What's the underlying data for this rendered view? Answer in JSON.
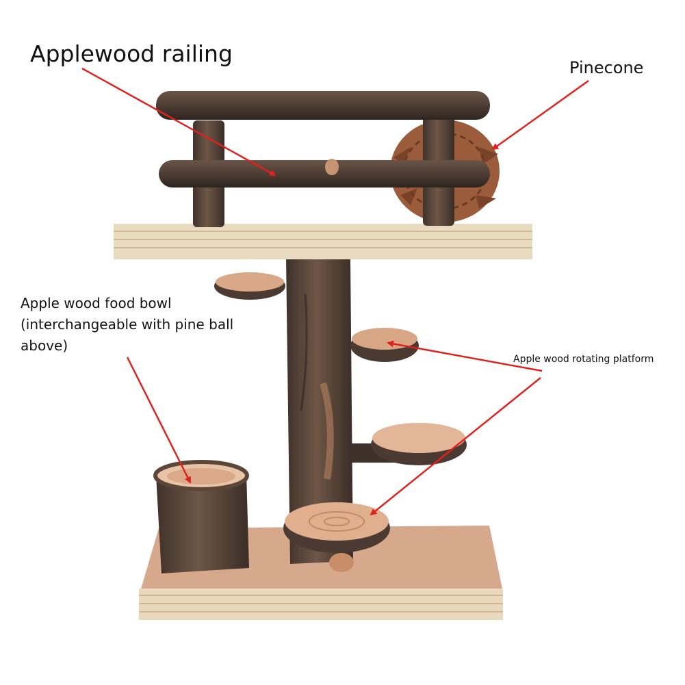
{
  "labels": {
    "railing": "Applewood railing",
    "pinecone": "Pinecone",
    "bowl": [
      "Apple wood food bowl",
      "(interchangeable with pine ball",
      "above)"
    ],
    "platform": "Apple wood rotating platform"
  },
  "colors": {
    "arrow": "#e0211d",
    "bark_dark": "#4a3a31",
    "bark_mid": "#6b5446",
    "plywood": "#e8d9bd",
    "plywood_line": "#c7ae88",
    "base_top": "#d9a88a",
    "wood_cut": "#e6b89a",
    "pinecone": "#9b5c3c"
  }
}
